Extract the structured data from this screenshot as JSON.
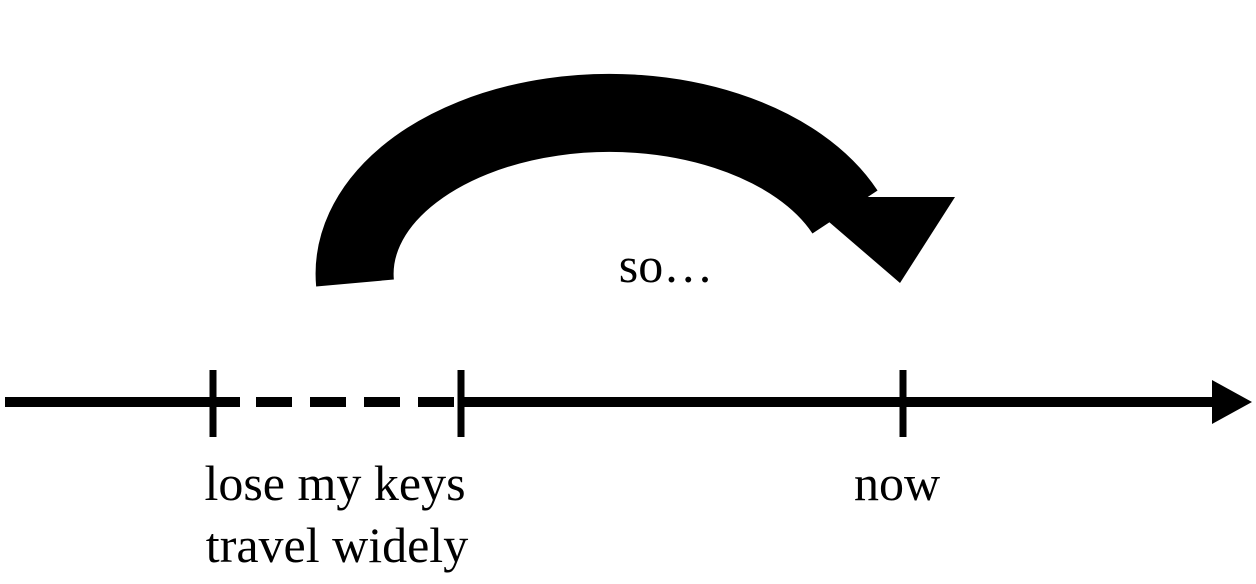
{
  "diagram": {
    "arrow_label": "so…",
    "events": [
      {
        "label_lines": [
          "lose my keys",
          "travel widely"
        ]
      },
      {
        "label_lines": [
          "now"
        ]
      }
    ],
    "colors": {
      "ink": "#000000",
      "background": "#ffffff"
    }
  }
}
